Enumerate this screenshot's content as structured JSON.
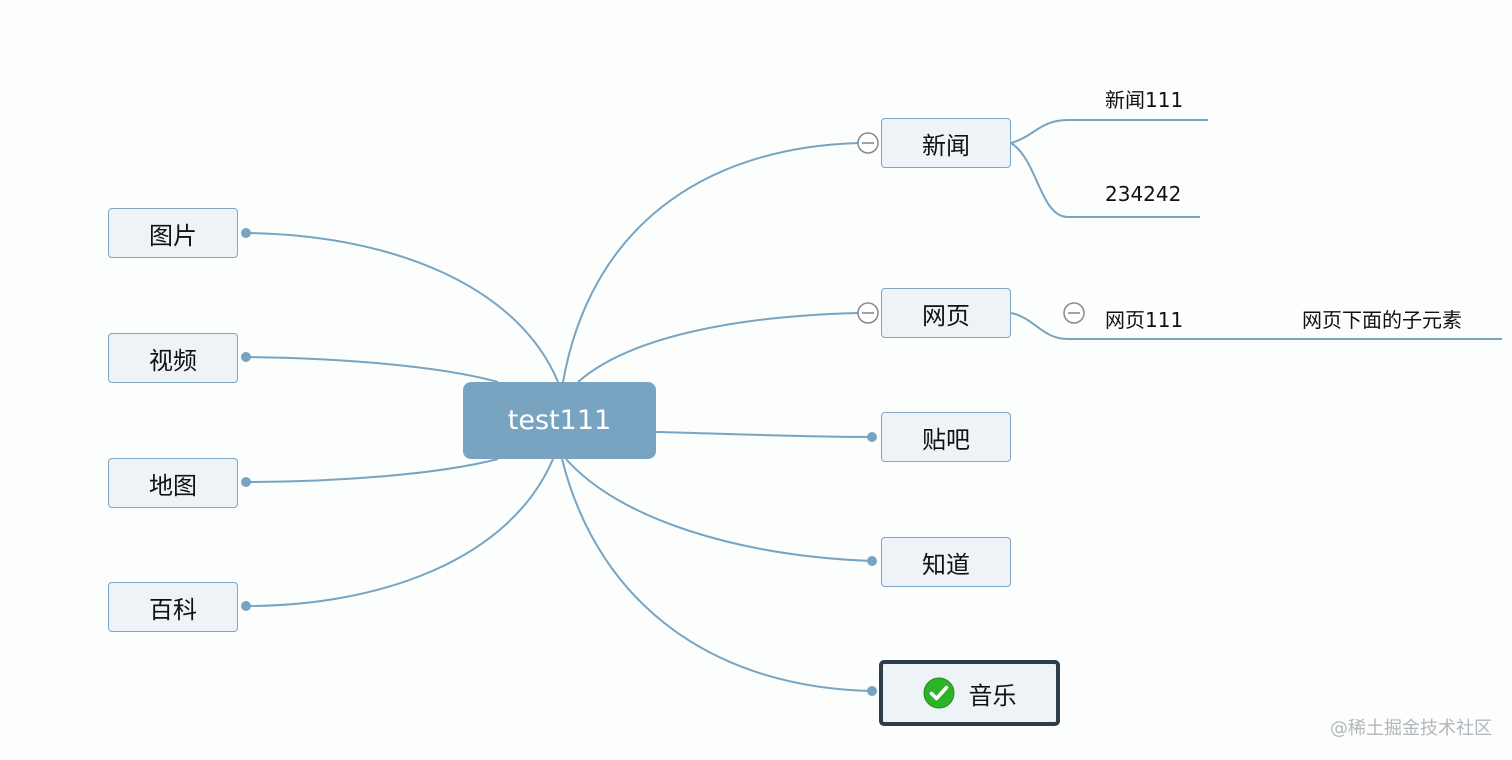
{
  "mindmap": {
    "root": "test111",
    "left_topics": [
      {
        "label": "图片"
      },
      {
        "label": "视频"
      },
      {
        "label": "地图"
      },
      {
        "label": "百科"
      }
    ],
    "right_topics": [
      {
        "label": "新闻",
        "children": [
          "新闻111",
          "234242"
        ]
      },
      {
        "label": "网页",
        "children": [
          "网页111"
        ],
        "grandchildren": [
          "网页下面的子元素"
        ]
      },
      {
        "label": "贴吧"
      },
      {
        "label": "知道"
      },
      {
        "label": "音乐",
        "selected": true,
        "marker": "check-icon"
      }
    ]
  },
  "watermark": "@稀土掘金技术社区",
  "colors": {
    "line": "#78a4c2",
    "root_fill": "#78a4c2",
    "node_fill": "#eef3f7",
    "node_border": "#7fa6c2",
    "selected_border": "#2f3d48",
    "check": "#2db329"
  }
}
